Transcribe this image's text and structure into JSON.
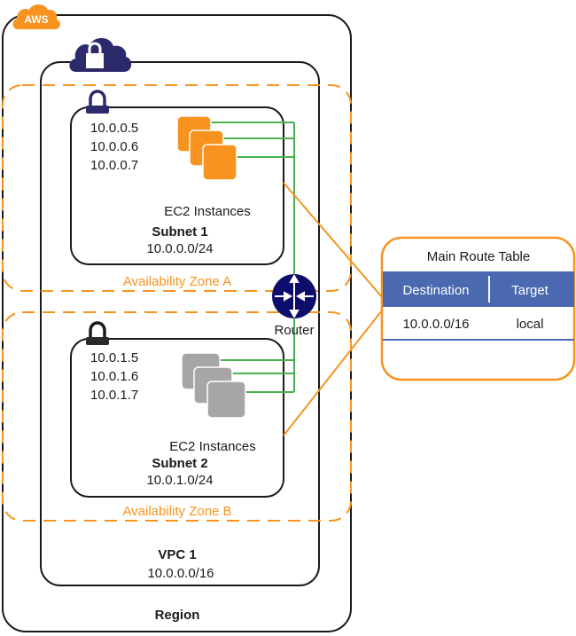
{
  "aws_badge": "AWS",
  "region": {
    "label": "Region"
  },
  "vpc": {
    "name": "VPC 1",
    "cidr": "10.0.0.0/16"
  },
  "zones": [
    {
      "label": "Availability Zone A"
    },
    {
      "label": "Availability Zone B"
    }
  ],
  "subnets": [
    {
      "name": "Subnet 1",
      "cidr": "10.0.0.0/24",
      "instances_label": "EC2 Instances",
      "ips": [
        "10.0.0.5",
        "10.0.0.6",
        "10.0.0.7"
      ],
      "instance_color": "#f7931e"
    },
    {
      "name": "Subnet 2",
      "cidr": "10.0.1.0/24",
      "instances_label": "EC2 Instances",
      "ips": [
        "10.0.1.5",
        "10.0.1.6",
        "10.0.1.7"
      ],
      "instance_color": "#a6a6a6"
    }
  ],
  "router": {
    "label": "Router"
  },
  "route_table": {
    "title": "Main Route Table",
    "columns": [
      "Destination",
      "Target"
    ],
    "rows": [
      {
        "destination": "10.0.0.0/16",
        "target": "local"
      }
    ]
  },
  "colors": {
    "aws_orange": "#f7931e",
    "navy": "#2b2a6b",
    "router_navy": "#0d0d6b",
    "link_green": "#4caf50",
    "table_header_blue": "#4a69b0"
  }
}
